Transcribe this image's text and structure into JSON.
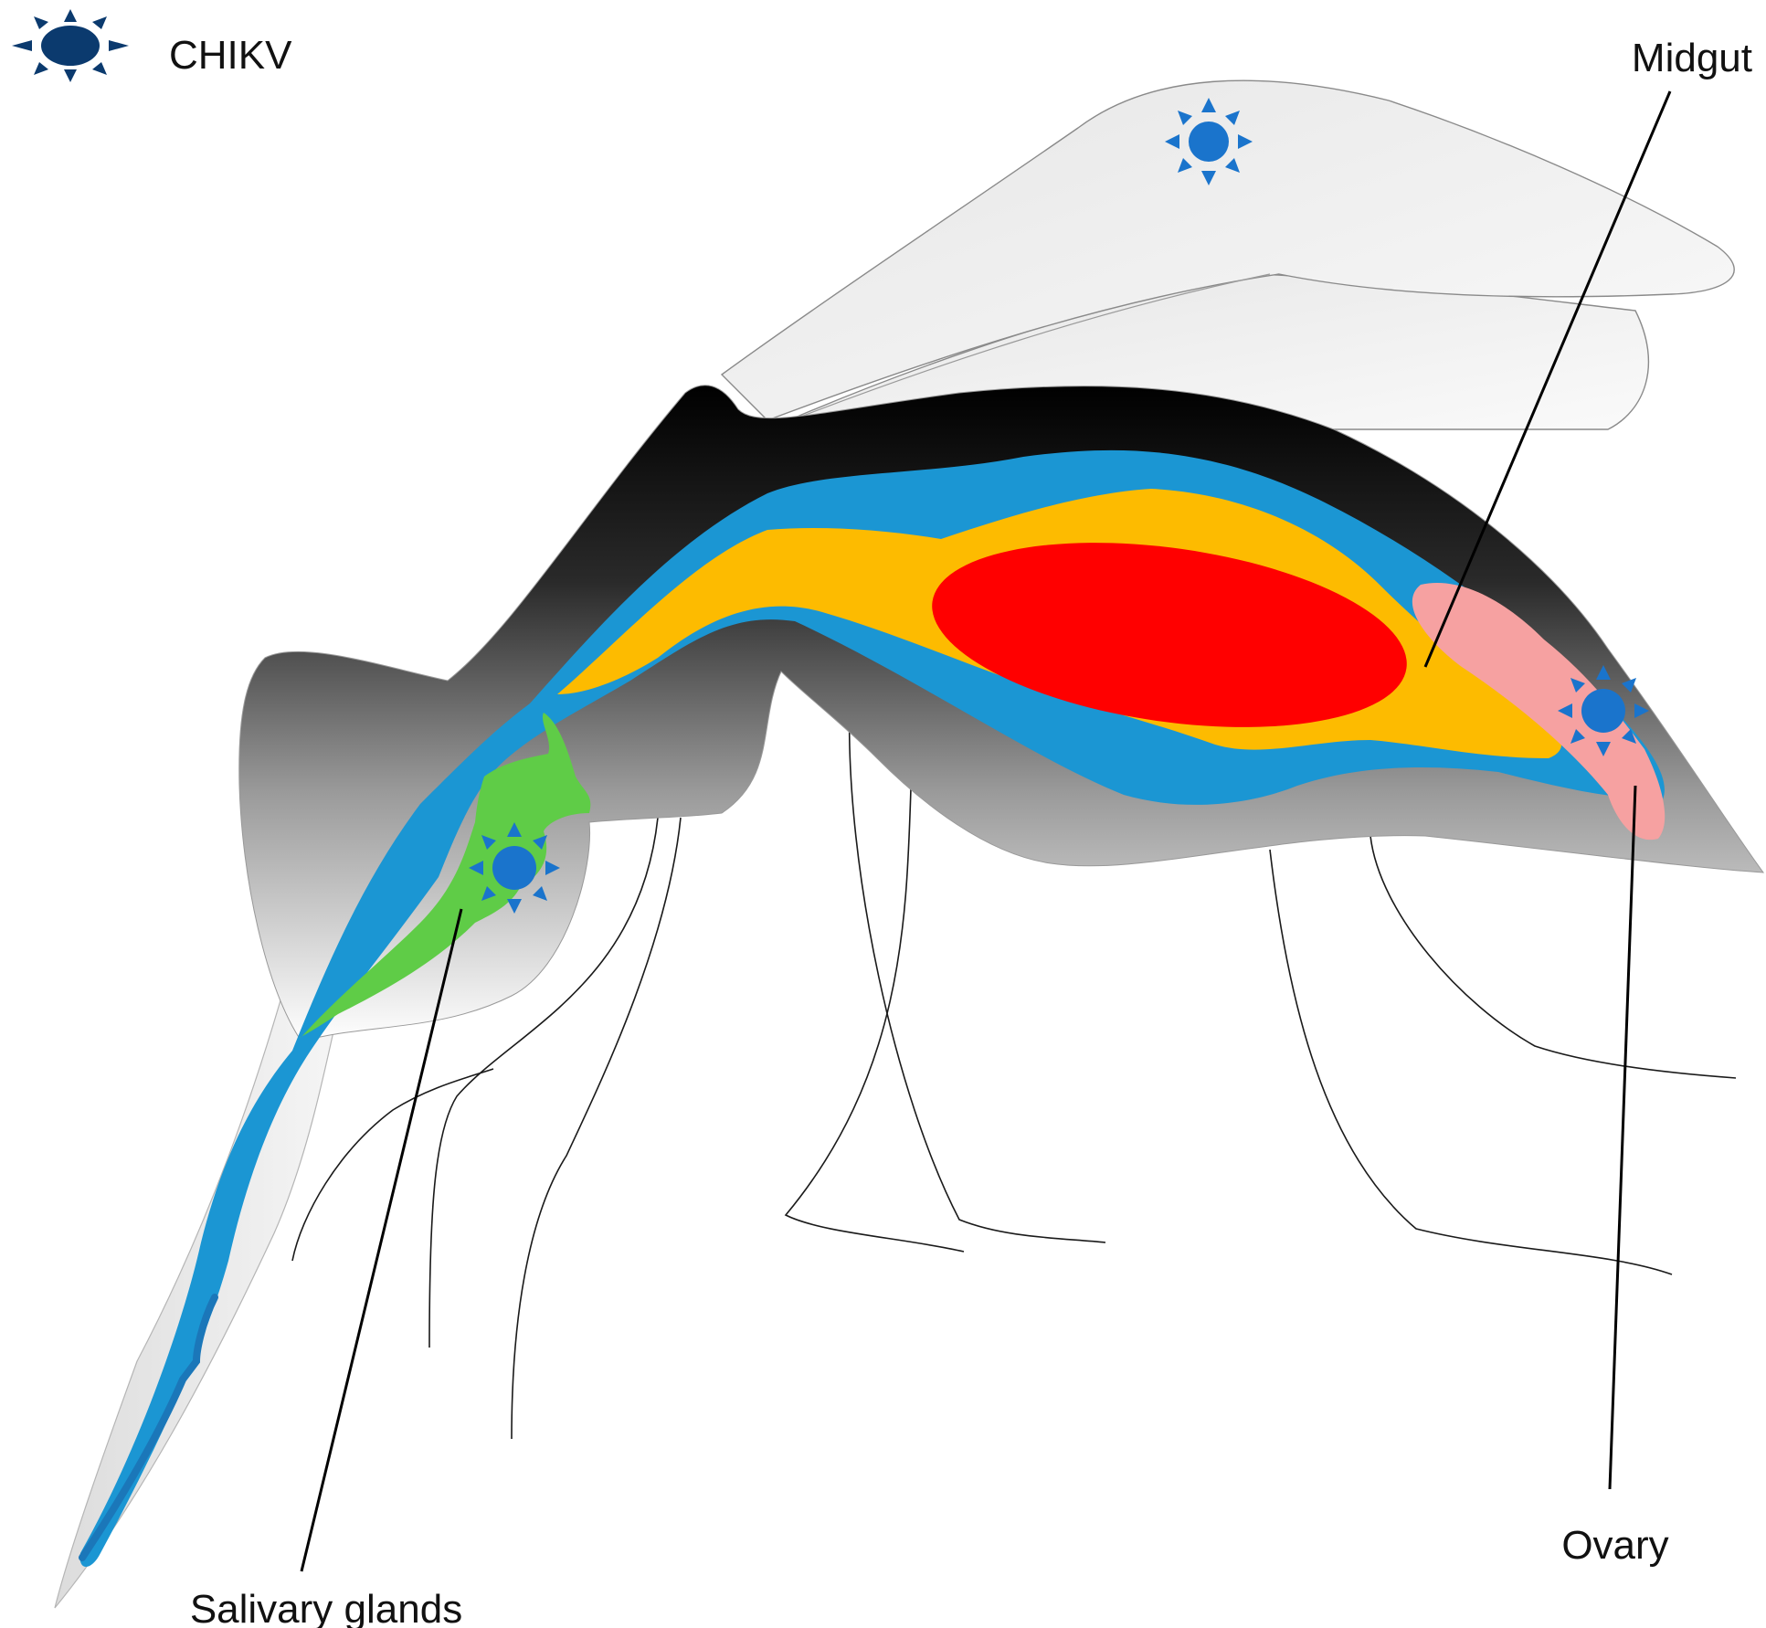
{
  "legend": {
    "label": "CHIKV",
    "icon": "virus-particle-icon",
    "icon_color": "#0b3a6e"
  },
  "labels": {
    "midgut": "Midgut",
    "salivary_glands": "Salivary glands",
    "ovary": "Ovary"
  },
  "colors": {
    "wing": "#f1f1f1",
    "body_top": "#000000",
    "body_bottom": "#ffffff",
    "digestive_tract": "#1b96d3",
    "midgut_outer": "#fdbb00",
    "midgut_inner": "#ff0000",
    "salivary_glands": "#5fcc47",
    "ovary": "#f6a1a1",
    "virus": "#1a74cc"
  }
}
